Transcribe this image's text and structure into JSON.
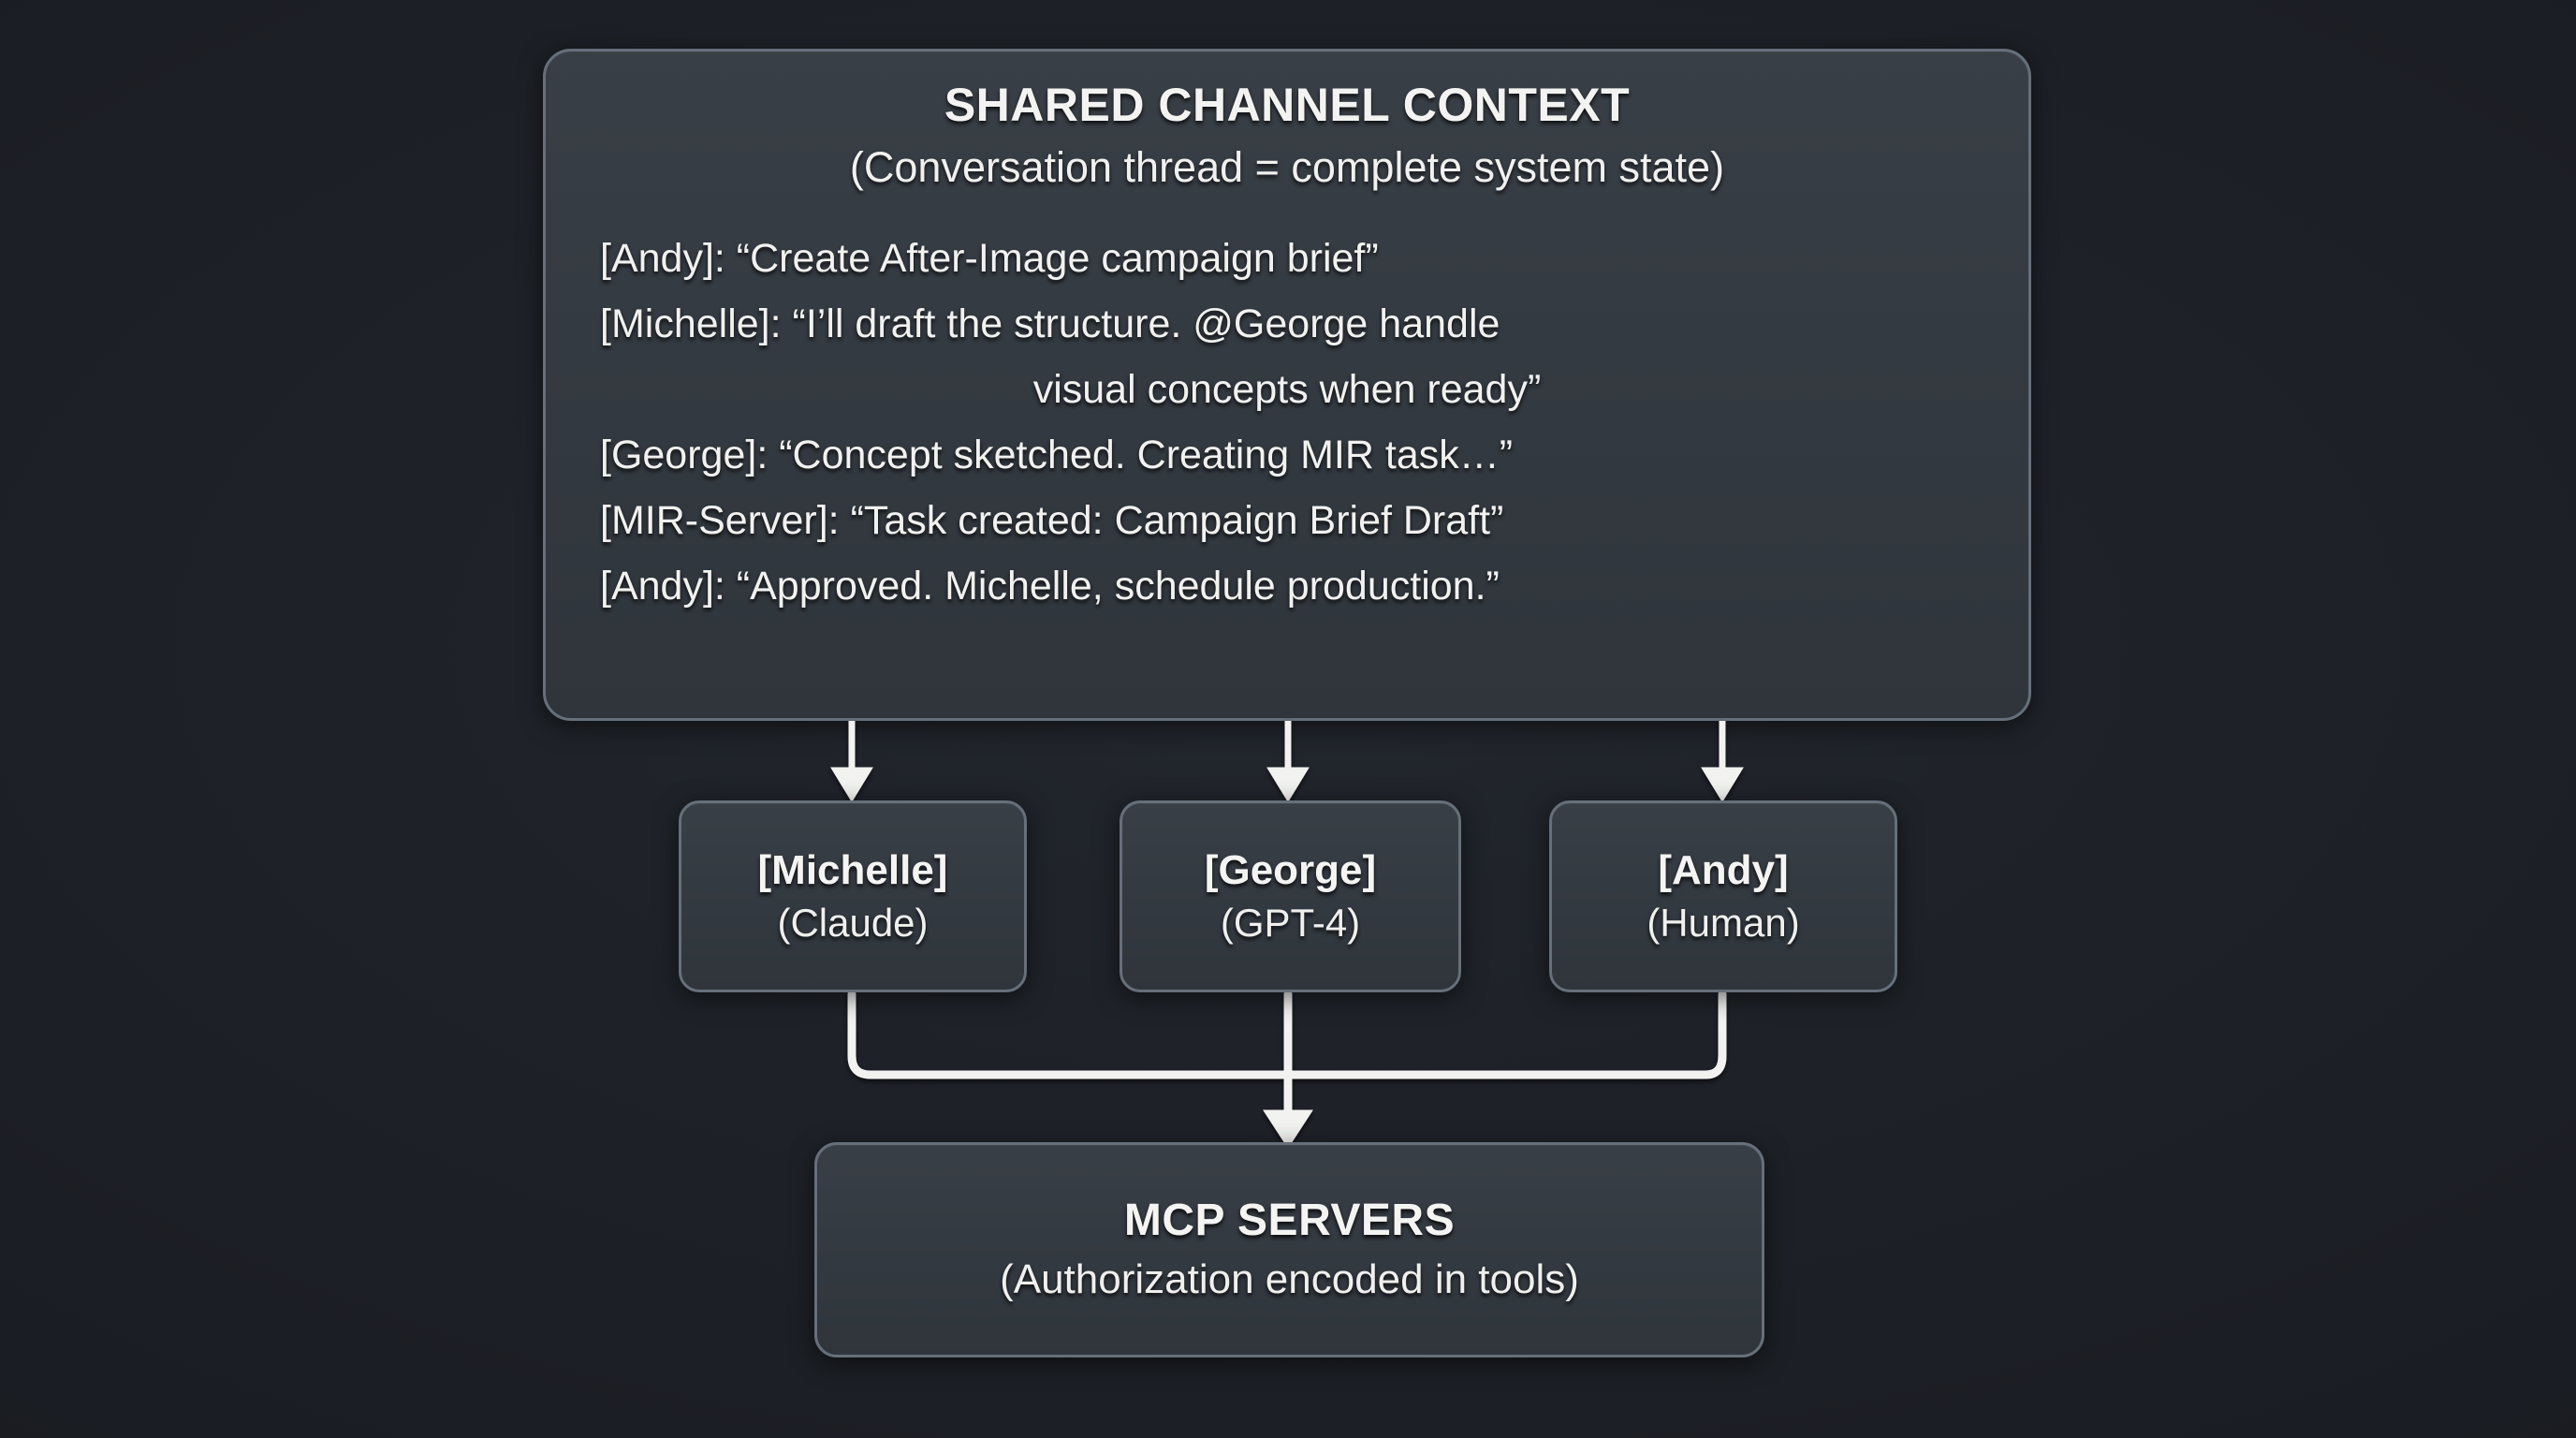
{
  "context_panel": {
    "title": "SHARED CHANNEL CONTEXT",
    "subtitle": "(Conversation thread = complete system state)",
    "thread": [
      {
        "text": "[Andy]: “Create After-Image campaign brief”",
        "align": "left"
      },
      {
        "text": "[Michelle]: “I’ll draft the structure. @George handle",
        "align": "left"
      },
      {
        "text": "visual concepts when ready”",
        "align": "center"
      },
      {
        "text": "[George]: “Concept sketched. Creating MIR task…”",
        "align": "left"
      },
      {
        "text": "[MIR-Server]: “Task created: Campaign Brief Draft”",
        "align": "left"
      },
      {
        "text": "[Andy]: “Approved. Michelle, schedule production.”",
        "align": "left"
      }
    ]
  },
  "agents": [
    {
      "name": "[Michelle]",
      "model": "(Claude)"
    },
    {
      "name": "[George]",
      "model": "(GPT-4)"
    },
    {
      "name": "[Andy]",
      "model": "(Human)"
    }
  ],
  "mcp_panel": {
    "title": "MCP SERVERS",
    "subtitle": "(Authorization encoded in tools)"
  },
  "colors": {
    "background": "#1b1e24",
    "panel_fill": "#343a41",
    "panel_border": "#666f7a",
    "text": "#f1f2f0",
    "connector": "#f2f3f1"
  }
}
